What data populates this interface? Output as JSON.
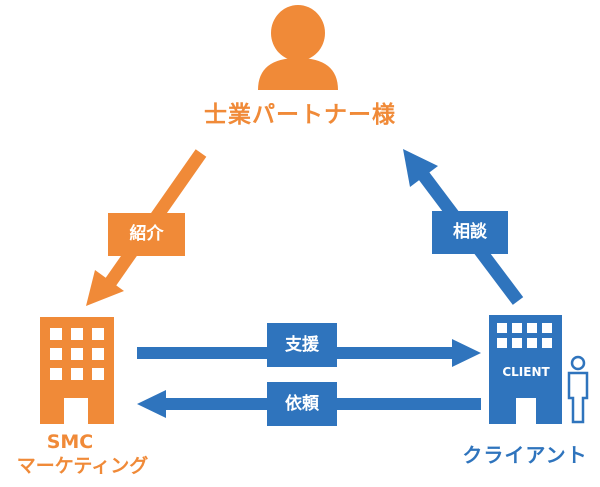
{
  "nodes": {
    "partner": {
      "label": "士業パートナー様"
    },
    "smc": {
      "line1": "SMC",
      "line2": "マーケティング"
    },
    "client": {
      "label": "クライアント",
      "building_text": "CLIENT"
    }
  },
  "edges": {
    "introduction": {
      "label": "紹介"
    },
    "consultation": {
      "label": "相談"
    },
    "support": {
      "label": "支援"
    },
    "request": {
      "label": "依頼"
    }
  },
  "colors": {
    "orange": "#f08a38",
    "blue": "#2f74bd"
  }
}
